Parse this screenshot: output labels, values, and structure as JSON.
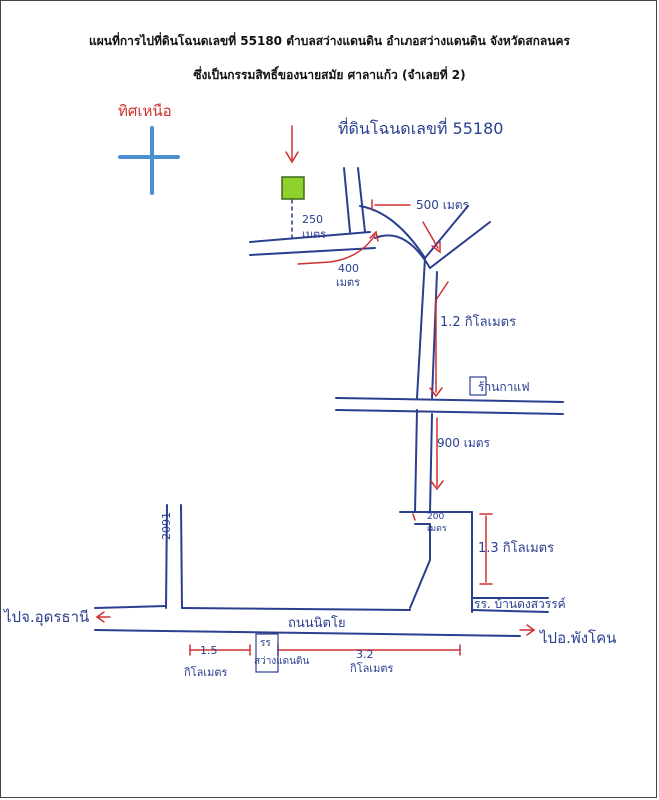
{
  "title_line1": "แผนที่การไปที่ดินโฉนดเลขที่ 55180 ตำบลสว่างแดนดิน อำเภอสว่างแดนดิน จังหวัดสกลนคร",
  "title_line2": "ซึ่งเป็นกรรมสิทธิ์ของนายสมัย ศาลาแก้ว (จำเลยที่ 2)",
  "north_label": "ทิศเหนือ",
  "land_label": "ที่ดินโฉนดเลขที่ 55180",
  "labels": {
    "d250": "250",
    "d250_unit": "เมตร",
    "d500": "500 เมตร",
    "d400": "400",
    "d400_unit": "เมตร",
    "d1_2km": "1.2 กิโลเมตร",
    "cafe": "ร้านกาแฟ",
    "d900": "900 เมตร",
    "road2091": "2091",
    "d200": "200",
    "d200_unit": "เมตร",
    "d1_3km": "1.3 กิโลเมตร",
    "school": "รร. บ้านดงสวรรค์",
    "to_udon": "ไปจ.อุดรธานี",
    "road_name": "ถนนนิตโย",
    "to_phangkhon": "ไปอ.พังโคน",
    "d1_5": "1.5",
    "d1_5_unit": "กิโลเมตร",
    "school2_a": "รร",
    "school2_b": "สว่างแดนดิน",
    "d3_2": "3.2",
    "d3_2_unit": "กิโลเมตร"
  },
  "colors": {
    "road": "#2b3f8f",
    "arrow": "#d03030",
    "land": "#8fd12c",
    "compass": "#4a8fd0"
  }
}
